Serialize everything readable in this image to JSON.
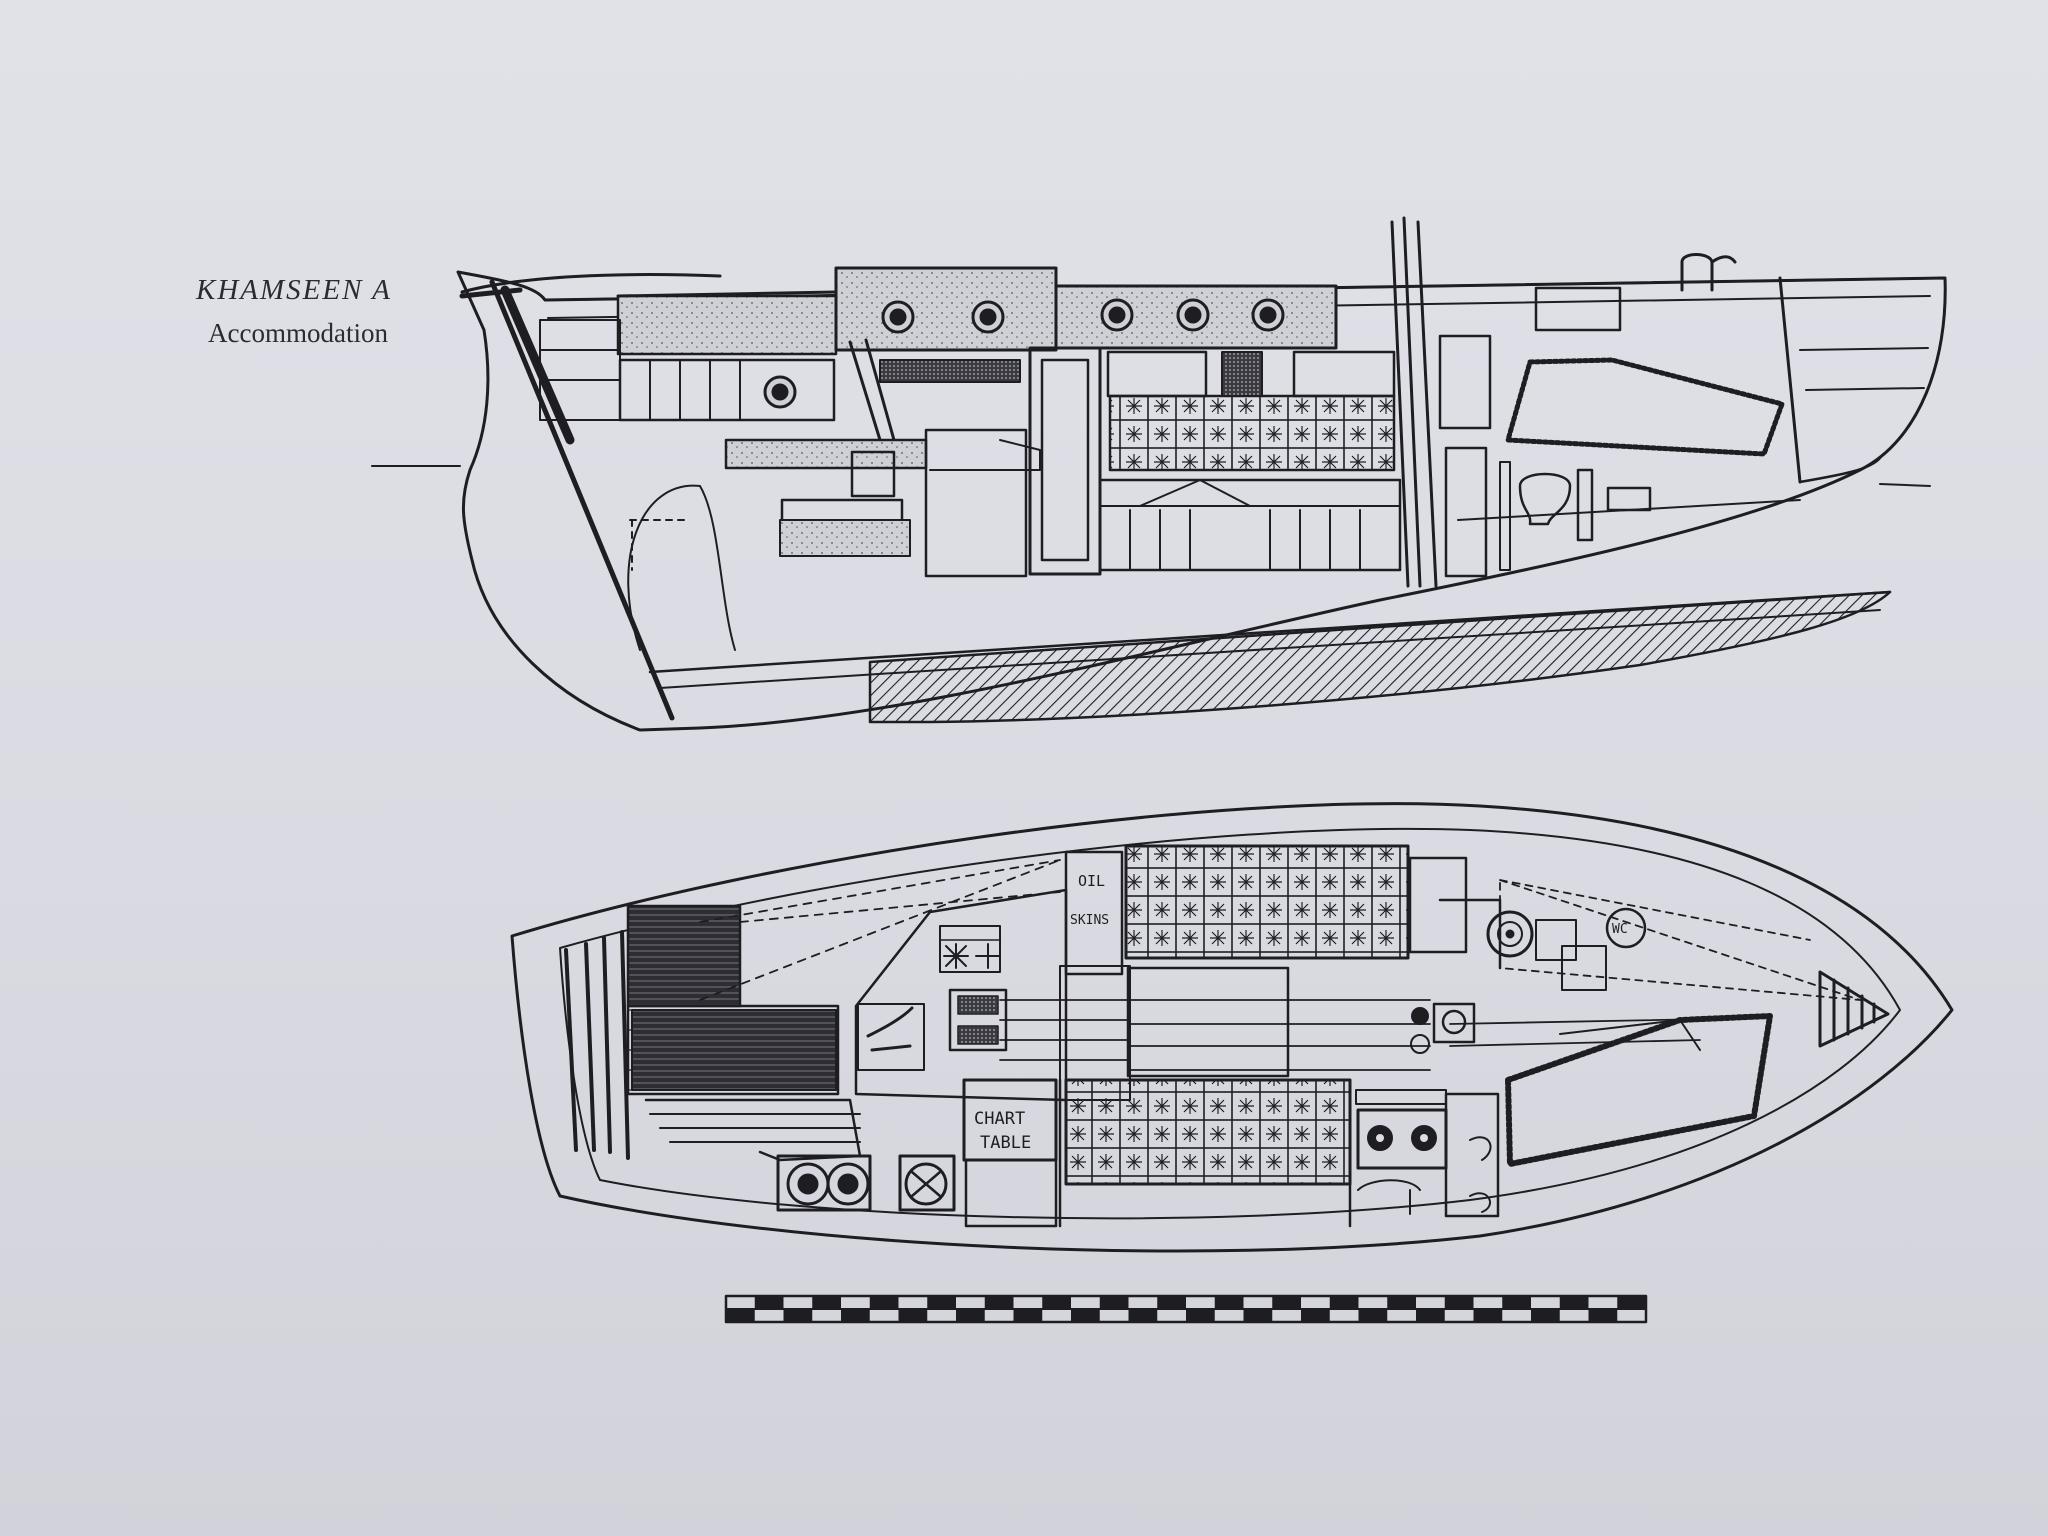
{
  "caption": {
    "title": "KHAMSEEN A",
    "subtitle": "Accommodation"
  },
  "plan_labels": {
    "oilskins_line1": "OIL",
    "oilskins_line2": "SKINS",
    "chart_line1": "CHART",
    "chart_line2": "TABLE",
    "wc": "WC"
  },
  "colors": {
    "ink": "#1e1e22",
    "paper": "#dcdde3"
  }
}
